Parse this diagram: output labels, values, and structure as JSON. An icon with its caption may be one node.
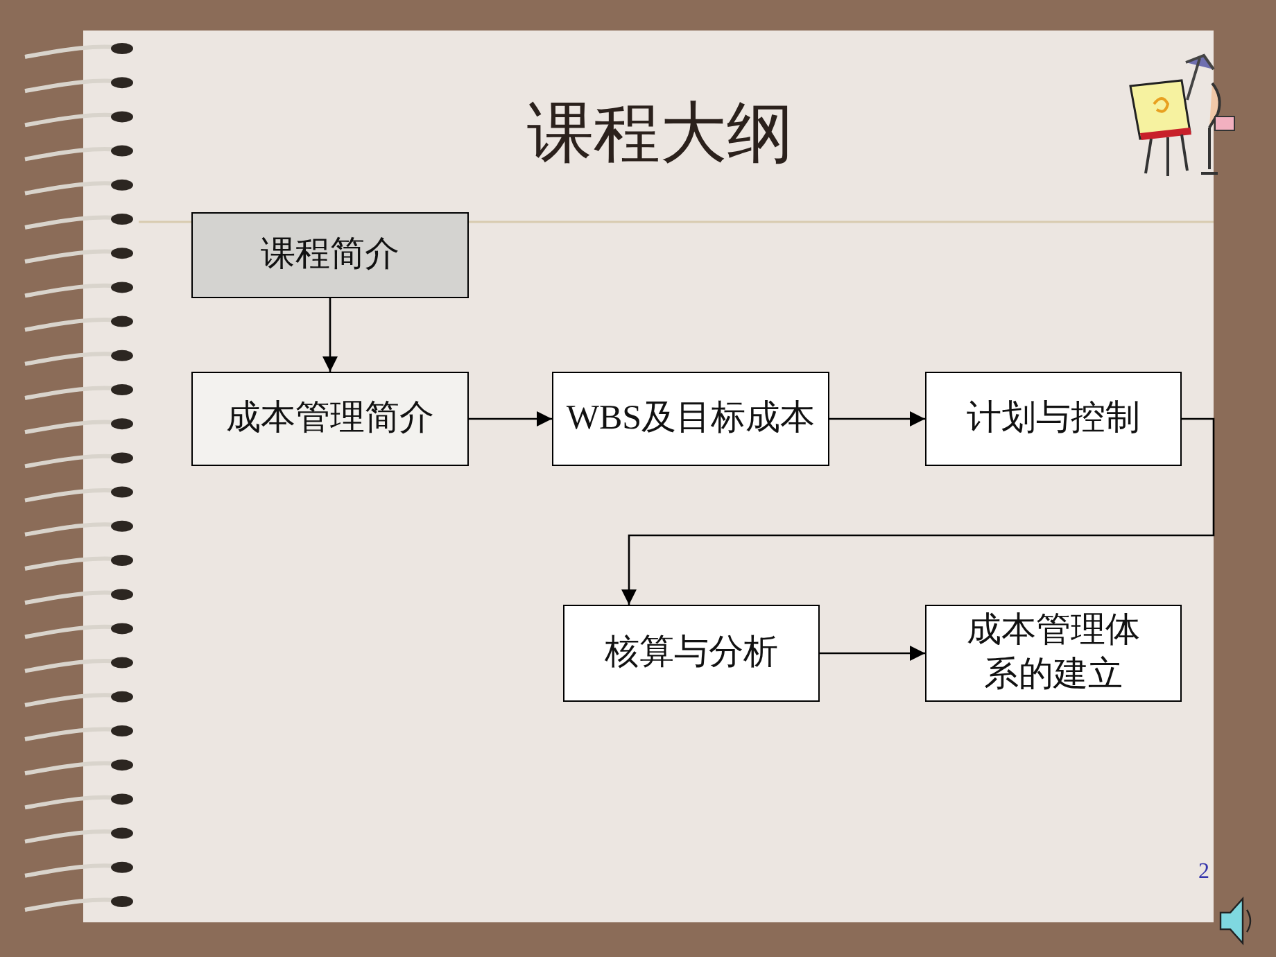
{
  "diagram": {
    "title": "课程大纲",
    "nodes": [
      {
        "text": [
          "课程简介"
        ]
      },
      {
        "text": [
          "成本管理简介"
        ]
      },
      {
        "text": [
          "WBS及目标成本"
        ]
      },
      {
        "text": [
          "计划与控制"
        ]
      },
      {
        "text": [
          "核算与分析"
        ]
      },
      {
        "text": [
          "成本管理体系的建立"
        ]
      }
    ],
    "edges": [
      {
        "from": 0,
        "to": 1,
        "arrow": "to"
      },
      {
        "from": 1,
        "to": 2,
        "arrow": "to"
      },
      {
        "from": 2,
        "to": 3,
        "arrow": "to"
      },
      {
        "from": 3,
        "to": 4,
        "arrow": "to"
      },
      {
        "from": 4,
        "to": 5,
        "arrow": "to"
      }
    ],
    "labels": [
      "2"
    ]
  }
}
